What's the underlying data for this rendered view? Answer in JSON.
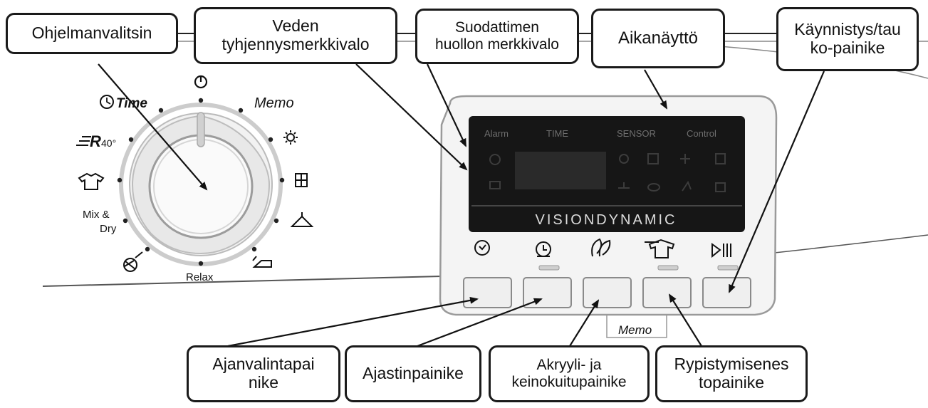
{
  "callouts": {
    "program_selector": "Ohjelmanvalitsin",
    "water_drain_light": [
      "Veden",
      "tyhjennysmerkkivalo"
    ],
    "filter_light": [
      "Suodattimen",
      "huollon merkkivalo"
    ],
    "time_display": "Aikanäyttö",
    "start_pause": [
      "Käynnistys/tau",
      "ko-painike"
    ],
    "time_select": [
      "Ajanvalintapai",
      "nike"
    ],
    "timer": "Ajastinpainike",
    "acrylic": [
      "Akryyli- ja",
      "keinokuitupainike"
    ],
    "anti_crease": [
      "Rypistymisenes",
      "topainike"
    ]
  },
  "dial": {
    "off_symbol": "O",
    "time_label": "Time",
    "memo_label": "Memo",
    "r40_label": "R",
    "r40_sub": "40°",
    "mix_dry_label": [
      "Mix &",
      "Dry"
    ],
    "relax_label": "Relax"
  },
  "display": {
    "alarm_label": "Alarm",
    "time_label": "TIME",
    "sensor_label": "SENSOR",
    "control_label": "Control",
    "brand": "VISIONDYNAMIC"
  },
  "memo_bracket_label": "Memo",
  "colors": {
    "stroke": "#1a1a1a",
    "display_bg": "#141414",
    "panel": "#f3f3f3"
  }
}
